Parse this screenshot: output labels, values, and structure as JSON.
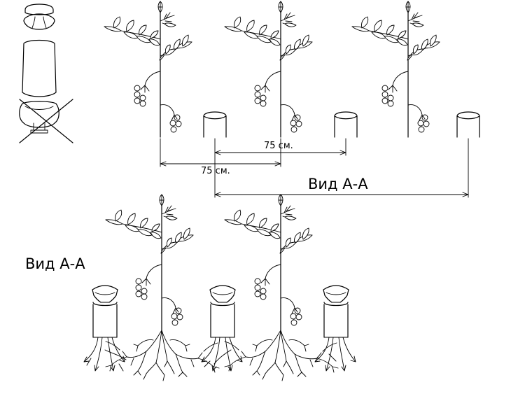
{
  "labels": {
    "dim_upper": "75 см.",
    "dim_lower": "75 см.",
    "section_mark": "Вид А-А",
    "section_title": "Вид А-А"
  }
}
